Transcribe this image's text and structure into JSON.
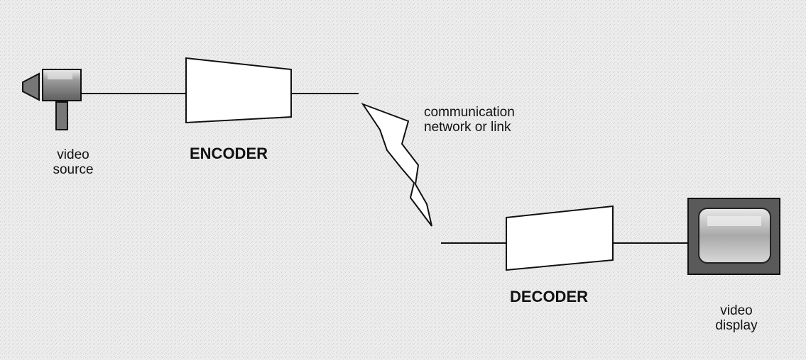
{
  "labels": {
    "video_source_line1": "video",
    "video_source_line2": "source",
    "encoder": "ENCODER",
    "network_line1": "communication",
    "network_line2": "network or link",
    "decoder": "DECODER",
    "video_display_line1": "video",
    "video_display_line2": "display"
  },
  "colors": {
    "background": "#ececec",
    "line": "#111111",
    "box_fill": "#ffffff",
    "camera_body": "#888888",
    "display_frame": "#555555",
    "display_screen": "#c7c7c7"
  }
}
